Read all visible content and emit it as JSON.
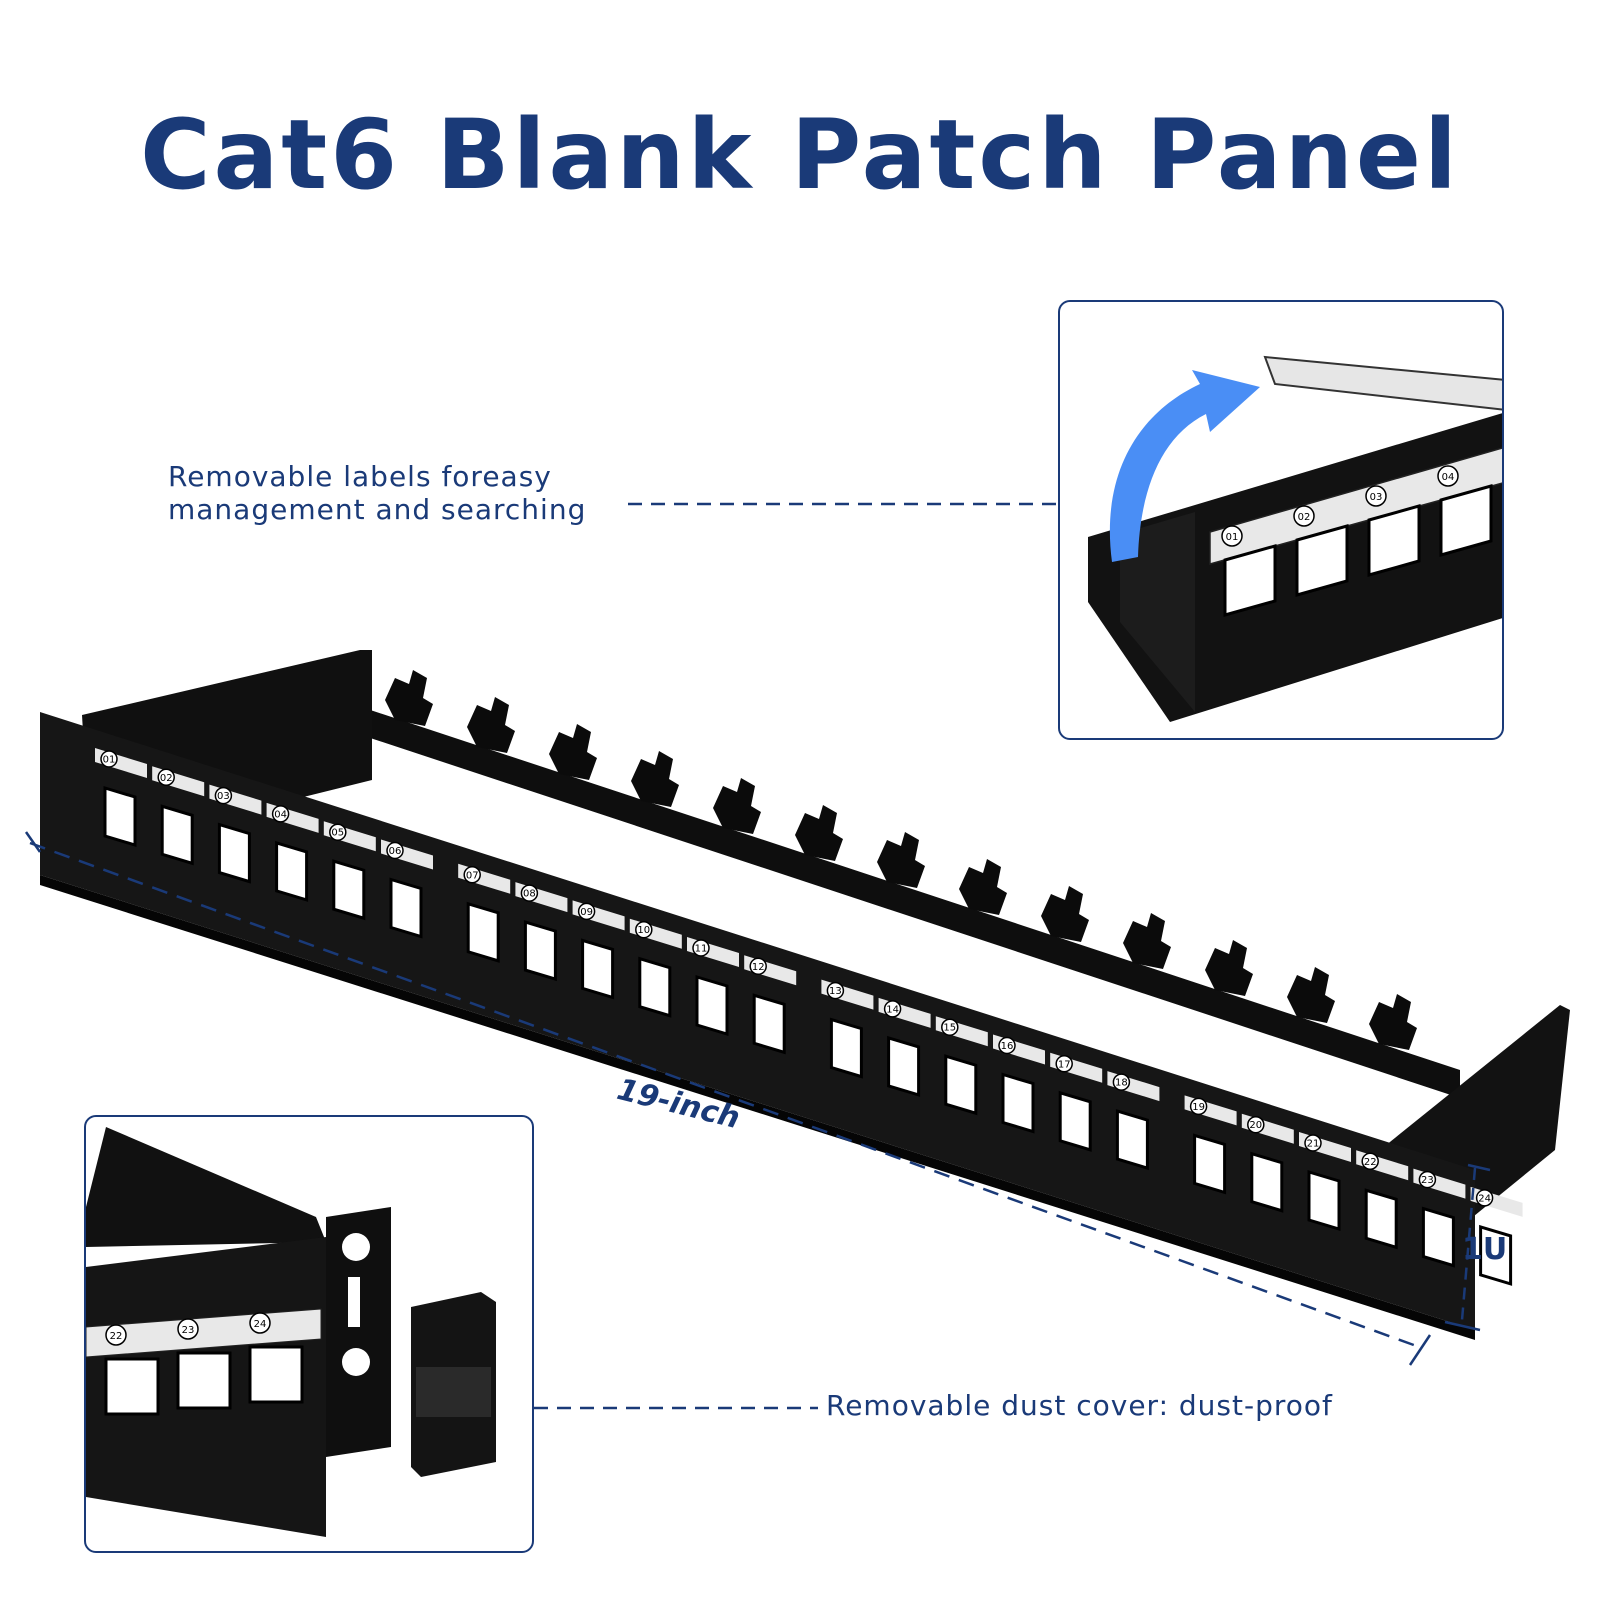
{
  "title": "Cat6 Blank Patch Panel",
  "callouts": {
    "labels": "Removable labels foreasy management and searching",
    "dust_cover": "Removable dust cover: dust-proof"
  },
  "dimensions": {
    "width": "19-inch",
    "height": "1U"
  },
  "port_numbers": [
    "01",
    "02",
    "03",
    "04",
    "05",
    "06",
    "07",
    "08",
    "09",
    "10",
    "11",
    "12",
    "13",
    "14",
    "15",
    "16",
    "17",
    "18",
    "19",
    "20",
    "21",
    "22",
    "23",
    "24"
  ],
  "inset_top_ports": [
    "01",
    "02",
    "03",
    "04"
  ],
  "inset_bottom_ports": [
    "22",
    "23",
    "24"
  ],
  "colors": {
    "brand": "#1a3a78",
    "panel": "#151515",
    "label_strip": "#e8e8e8",
    "arrow": "#4a8ef5"
  }
}
